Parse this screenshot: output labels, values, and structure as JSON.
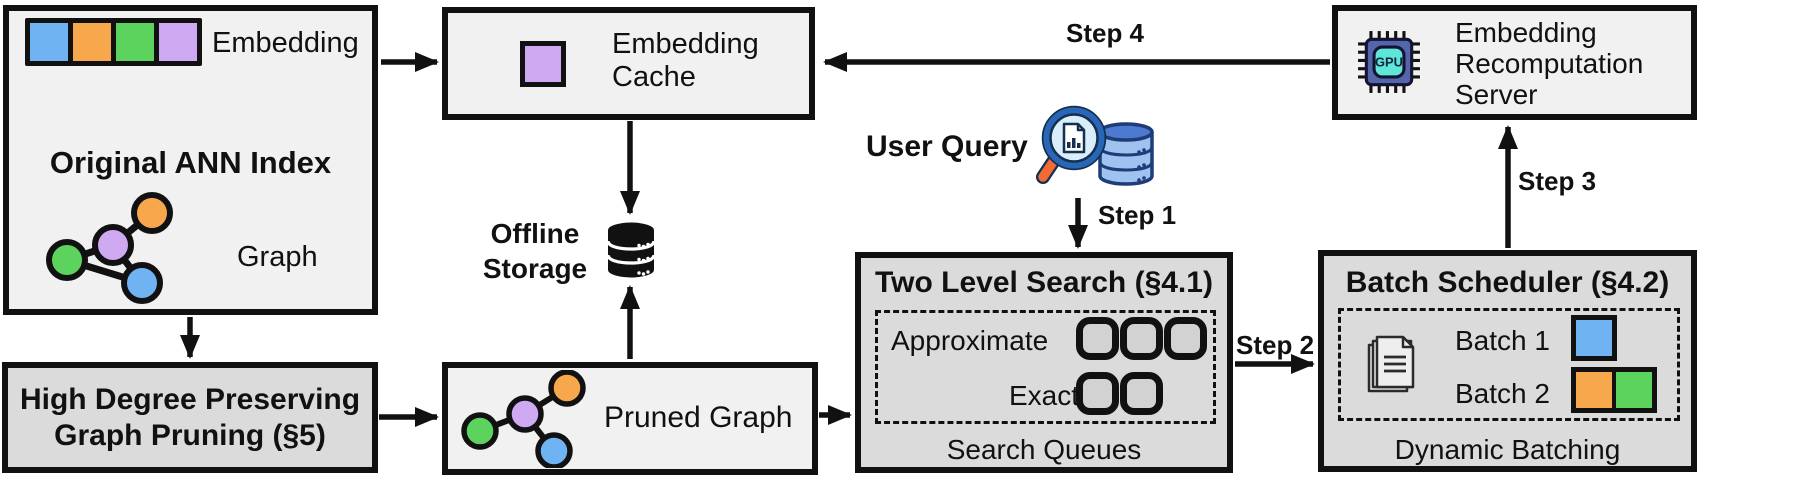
{
  "colors": {
    "line": "#111111",
    "box_light": "#f1f1f1",
    "box_dark": "#dbdbdb",
    "slot_fill": "#d2d2d2",
    "blue": "#6fb3f2",
    "orange": "#f7a84d",
    "green": "#5cd35c",
    "purple": "#cfa9f2"
  },
  "icons": {
    "user_query": "magnifier-over-database-icon",
    "offline_storage": "database-cylinder-icon",
    "recomputation_server": "gpu-chip-icon",
    "batch_scheduler": "documents-icon",
    "gpu_text": "GPU"
  },
  "ann_index": {
    "title": "Original ANN Index",
    "embedding_label": "Embedding",
    "embedding_colors": [
      "blue",
      "orange",
      "green",
      "purple"
    ],
    "graph_label": "Graph"
  },
  "embedding_cache": {
    "label": "Embedding\nCache"
  },
  "offline_storage": {
    "label": "Offline\nStorage"
  },
  "graph_pruning": {
    "label": "High Degree Preserving\nGraph Pruning (§5)"
  },
  "pruned_graph": {
    "label": "Pruned Graph"
  },
  "user_query": {
    "label": "User Query"
  },
  "two_level_search": {
    "title": "Two Level Search (§4.1)",
    "approximate_label": "Approximate",
    "approximate_slots": 3,
    "exact_label": "Exact",
    "exact_slots": 2,
    "caption": "Search Queues"
  },
  "batch_scheduler": {
    "title": "Batch Scheduler (§4.2)",
    "batch1_label": "Batch 1",
    "batch1_colors": [
      "blue"
    ],
    "batch2_label": "Batch 2",
    "batch2_colors": [
      "orange",
      "green"
    ],
    "caption": "Dynamic Batching"
  },
  "recomputation_server": {
    "label": "Embedding\nRecomputation\nServer"
  },
  "steps": {
    "step1": "Step 1",
    "step2": "Step 2",
    "step3": "Step 3",
    "step4": "Step 4"
  }
}
